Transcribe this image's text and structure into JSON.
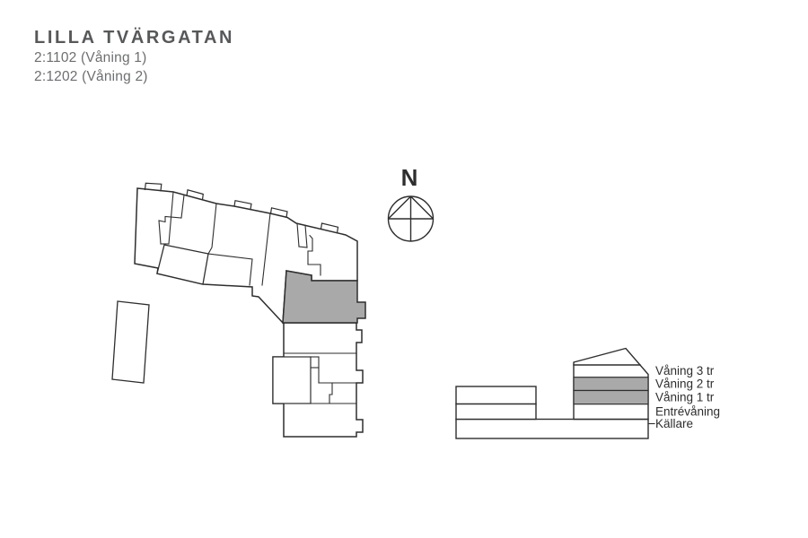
{
  "header": {
    "title": "LILLA TVÄRGATAN",
    "subtitle_line1": "2:1102 (Våning 1)",
    "subtitle_line2": "2:1202 (Våning 2)"
  },
  "compass": {
    "north_label": "N"
  },
  "elevation": {
    "floors": [
      {
        "label": "Våning 3 tr",
        "highlighted": false
      },
      {
        "label": "Våning 2 tr",
        "highlighted": true
      },
      {
        "label": "Våning 1 tr",
        "highlighted": true
      },
      {
        "label": "Entrévåning",
        "highlighted": false
      },
      {
        "label": "Källare",
        "highlighted": false
      }
    ]
  },
  "colors": {
    "highlight": "#a9a9a9",
    "line": "#2e2e2e",
    "title": "#57585a",
    "subtitle": "#6d6e70",
    "background": "#ffffff"
  }
}
